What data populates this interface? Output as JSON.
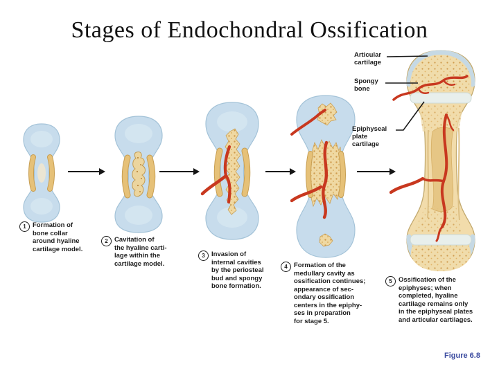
{
  "slide": {
    "title": "Stages of Endochondral Ossification",
    "figure_ref": "Figure 6.8"
  },
  "palette": {
    "background": "#ffffff",
    "bone_blue": "#c7dcec",
    "bone_collar_tan": "#e6c178",
    "spongy_bone_tan": "#efd8a2",
    "blood_vessel_red": "#c8381f",
    "articular_cartilage_blue_gray": "#c6d9e4",
    "epiphyseal_plate_pale": "#e8efec",
    "figure_ref_blue": "#3a4a9f",
    "text_dark": "#1c1c1c"
  },
  "anatomy_labels": [
    {
      "id": "articular-cartilage",
      "text": "Articular\ncartilage"
    },
    {
      "id": "spongy-bone",
      "text": "Spongy\nbone"
    },
    {
      "id": "epiphyseal-plate-cartilage",
      "text": "Epiphyseal\nplate\ncartilage"
    }
  ],
  "stages": [
    {
      "number": "1",
      "caption": "Formation of\nbone collar\naround hyaline\ncartilage model."
    },
    {
      "number": "2",
      "caption": "Cavitation of\nthe hyaline carti-\nlage within the\ncartilage model."
    },
    {
      "number": "3",
      "caption": "Invasion of\ninternal cavities\nby the periosteal\nbud and spongy\nbone formation."
    },
    {
      "number": "4",
      "caption": "Formation of the\nmedullary cavity as\nossification continues;\nappearance of sec-\nondary ossification\ncenters in the epiphy-\nses in preparation\nfor stage 5."
    },
    {
      "number": "5",
      "caption": "Ossification of the\nepiphyses; when\ncompleted, hyaline\ncartilage remains only\nin the epiphyseal plates\nand articular cartilages."
    }
  ]
}
